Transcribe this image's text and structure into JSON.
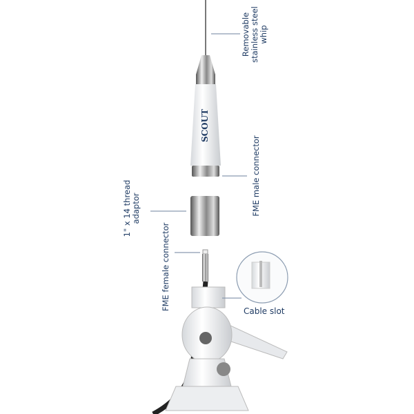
{
  "labels": {
    "whip": [
      "Removable",
      "stainless steel",
      "whip"
    ],
    "fme_male": "FME male connector",
    "adaptor": [
      "1\" x 14 thread",
      "adaptor"
    ],
    "fme_female": "FME female connector",
    "cable_slot": "Cable slot"
  },
  "logo": "SCOUT",
  "colors": {
    "label": "#1f3b63",
    "leader": "#8a9bb0"
  }
}
